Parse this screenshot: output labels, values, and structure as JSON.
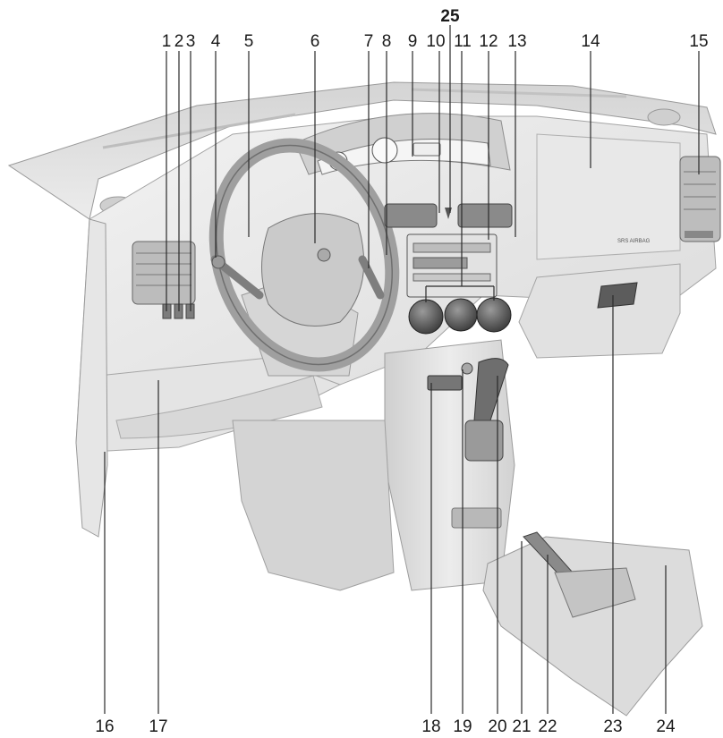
{
  "labels": {
    "n1": "1",
    "n2": "2",
    "n3": "3",
    "n4": "4",
    "n5": "5",
    "n6": "6",
    "n7": "7",
    "n8": "8",
    "n9": "9",
    "n10": "10",
    "n11": "11",
    "n12": "12",
    "n13": "13",
    "n14": "14",
    "n15": "15",
    "n16": "16",
    "n17": "17",
    "n18": "18",
    "n19": "19",
    "n20": "20",
    "n21": "21",
    "n22": "22",
    "n23": "23",
    "n24": "24",
    "n25": "25"
  },
  "airbag_marking": "SRS AIRBAG"
}
